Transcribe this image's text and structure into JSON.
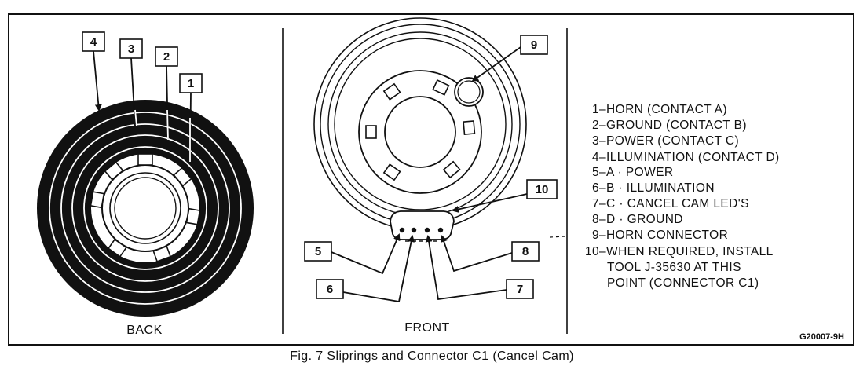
{
  "figure": {
    "caption": "Fig. 7 Sliprings and Connector C1 (Cancel Cam)",
    "code": "G20007-9H"
  },
  "views": {
    "back_label": "BACK",
    "front_label": "FRONT"
  },
  "callouts": {
    "back": [
      "4",
      "3",
      "2",
      "1"
    ],
    "front": [
      "9",
      "10",
      "5",
      "6",
      "7",
      "8"
    ]
  },
  "legend": {
    "items": [
      "1–HORN (CONTACT A)",
      "2–GROUND (CONTACT B)",
      "3–POWER (CONTACT C)",
      "4–ILLUMINATION (CONTACT D)",
      "5–A · POWER",
      "6–B · ILLUMINATION",
      "7–C · CANCEL CAM LED'S",
      "8–D · GROUND",
      "9–HORN CONNECTOR",
      "10–WHEN REQUIRED, INSTALL",
      "TOOL J-35630 AT THIS",
      "POINT (CONNECTOR C1)"
    ]
  }
}
